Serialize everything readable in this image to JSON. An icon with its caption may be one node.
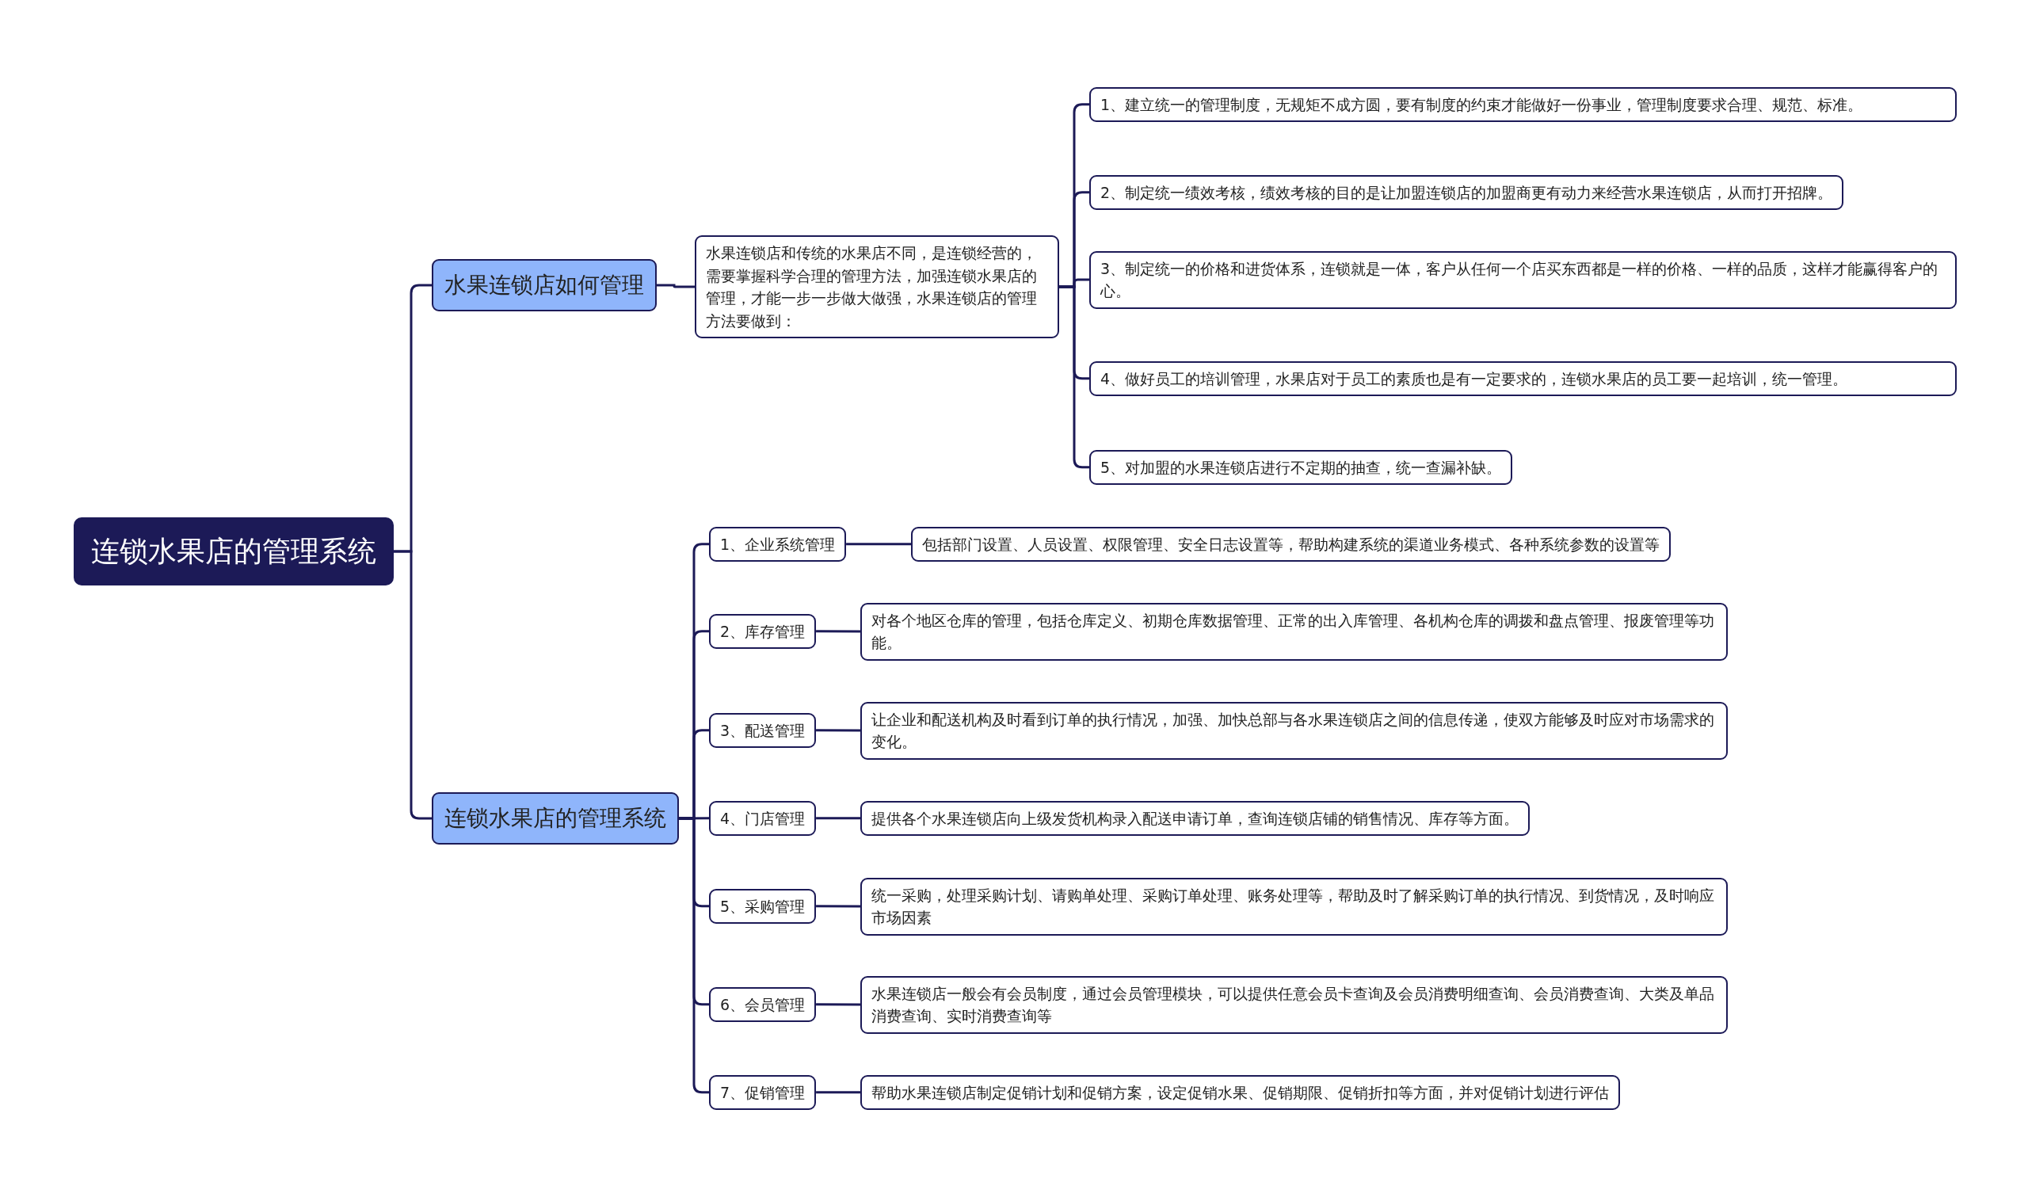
{
  "diagram": {
    "nodes": [
      {
        "text": [
          "连锁水果店的管理系统"
        ]
      },
      {
        "text": [
          "水果连锁店如何管理"
        ]
      },
      {
        "text": [
          "水果连锁店和传统的水果店不同，是连锁经营的，需要掌握科学合理的管理方法，加强连锁水果店的管理，才能一步一步做大做强，水果连锁店的管理方法要做到："
        ]
      },
      {
        "text": [
          "1、建立统一的管理制度，无规矩不成方圆，要有制度的约束才能做好一份事业，管理制度要求合理、规范、标准。"
        ]
      },
      {
        "text": [
          "2、制定统一绩效考核，绩效考核的目的是让加盟连锁店的加盟商更有动力来经营水果连锁店，从而打开招牌。"
        ]
      },
      {
        "text": [
          "3、制定统一的价格和进货体系，连锁就是一体，客户从任何一个店买东西都是一样的价格、一样的品质，这样才能赢得客户的心。"
        ]
      },
      {
        "text": [
          "4、做好员工的培训管理，水果店对于员工的素质也是有一定要求的，连锁水果店的员工要一起培训，统一管理。"
        ]
      },
      {
        "text": [
          "5、对加盟的水果连锁店进行不定期的抽查，统一查漏补缺。"
        ]
      },
      {
        "text": [
          "连锁水果店的管理系统"
        ]
      },
      {
        "text": [
          "1、企业系统管理"
        ]
      },
      {
        "text": [
          "包括部门设置、人员设置、权限管理、安全日志设置等，帮助构建系统的渠道业务模式、各种系统参数的设置等"
        ]
      },
      {
        "text": [
          "2、库存管理"
        ]
      },
      {
        "text": [
          "对各个地区仓库的管理，包括仓库定义、初期仓库数据管理、正常的出入库管理、各机构仓库的调拨和盘点管理、报废管理等功能。"
        ]
      },
      {
        "text": [
          "3、配送管理"
        ]
      },
      {
        "text": [
          "让企业和配送机构及时看到订单的执行情况，加强、加快总部与各水果连锁店之间的信息传递，使双方能够及时应对市场需求的变化。"
        ]
      },
      {
        "text": [
          "4、门店管理"
        ]
      },
      {
        "text": [
          "提供各个水果连锁店向上级发货机构录入配送申请订单，查询连锁店铺的销售情况、库存等方面。"
        ]
      },
      {
        "text": [
          "5、采购管理"
        ]
      },
      {
        "text": [
          "统一采购，处理采购计划、请购单处理、采购订单处理、账务处理等，帮助及时了解采购订单的执行情况、到货情况，及时响应市场因素"
        ]
      },
      {
        "text": [
          "6、会员管理"
        ]
      },
      {
        "text": [
          "水果连锁店一般会有会员制度，通过会员管理模块，可以提供任意会员卡查询及会员消费明细查询、会员消费查询、大类及单品消费查询、实时消费查询等"
        ]
      },
      {
        "text": [
          "7、促销管理"
        ]
      },
      {
        "text": [
          "帮助水果连锁店制定促销计划和促销方案，设定促销水果、促销期限、促销折扣等方面，并对促销计划进行评估"
        ]
      }
    ],
    "edges": [
      {
        "from": 0,
        "to": 1,
        "arrow": "none"
      },
      {
        "from": 0,
        "to": 8,
        "arrow": "none"
      },
      {
        "from": 1,
        "to": 2,
        "arrow": "none"
      },
      {
        "from": 2,
        "to": 3,
        "arrow": "none"
      },
      {
        "from": 2,
        "to": 4,
        "arrow": "none"
      },
      {
        "from": 2,
        "to": 5,
        "arrow": "none"
      },
      {
        "from": 2,
        "to": 6,
        "arrow": "none"
      },
      {
        "from": 2,
        "to": 7,
        "arrow": "none"
      },
      {
        "from": 8,
        "to": 9,
        "arrow": "none"
      },
      {
        "from": 8,
        "to": 11,
        "arrow": "none"
      },
      {
        "from": 8,
        "to": 13,
        "arrow": "none"
      },
      {
        "from": 8,
        "to": 15,
        "arrow": "none"
      },
      {
        "from": 8,
        "to": 17,
        "arrow": "none"
      },
      {
        "from": 8,
        "to": 19,
        "arrow": "none"
      },
      {
        "from": 8,
        "to": 21,
        "arrow": "none"
      },
      {
        "from": 9,
        "to": 10,
        "arrow": "none"
      },
      {
        "from": 11,
        "to": 12,
        "arrow": "none"
      },
      {
        "from": 13,
        "to": 14,
        "arrow": "none"
      },
      {
        "from": 15,
        "to": 16,
        "arrow": "none"
      },
      {
        "from": 17,
        "to": 18,
        "arrow": "none"
      },
      {
        "from": 19,
        "to": 20,
        "arrow": "none"
      },
      {
        "from": 21,
        "to": 22,
        "arrow": "none"
      }
    ]
  }
}
